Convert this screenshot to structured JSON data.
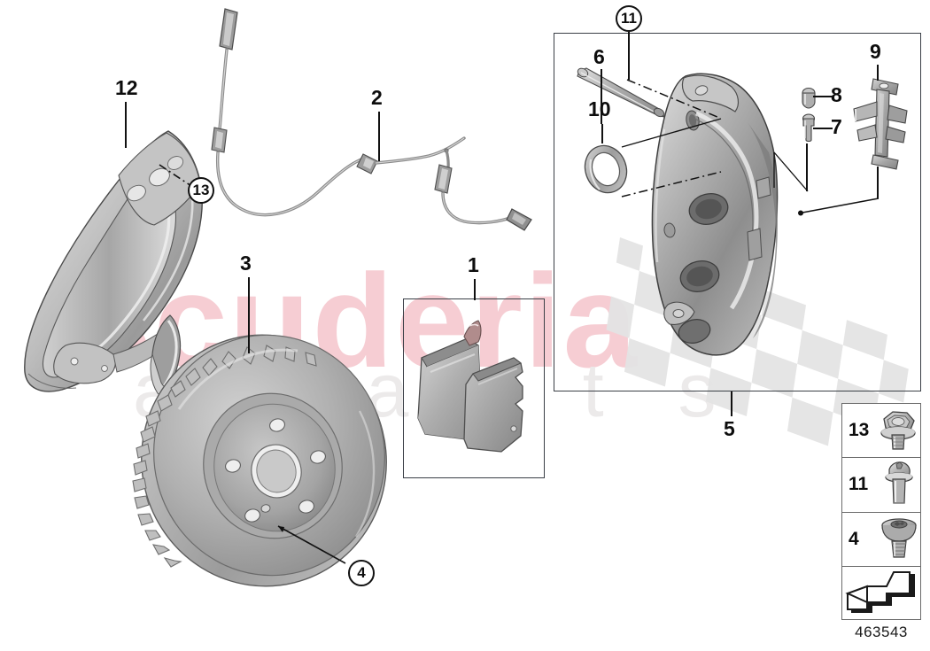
{
  "diagram": {
    "title": "Front brake assembly exploded parts diagram",
    "part_number": "463543",
    "watermarks": {
      "primary": "scuderia",
      "secondary": "a   p a r t s",
      "flag": "checkered-flag"
    }
  },
  "callouts": {
    "pads": "1",
    "sensor": "2",
    "disc": "3",
    "disc_screw": "4",
    "caliper_assembly": "5",
    "guide_pin": "6",
    "bleed_screw": "7",
    "dust_cap": "8",
    "spring_clip": "9",
    "seal_ring": "10",
    "caliper_bolt": "11",
    "shield": "12",
    "shield_bolt": "13"
  },
  "legend": {
    "rows": [
      {
        "number": "13",
        "icon": "hex-flange-bolt-icon"
      },
      {
        "number": "11",
        "icon": "torx-shoulder-bolt-icon"
      },
      {
        "number": "4",
        "icon": "countersunk-disc-screw-icon"
      },
      {
        "number": "",
        "icon": "direction-arrow-icon"
      }
    ]
  },
  "parts": [
    {
      "ref": "1",
      "name": "brake-pad-set"
    },
    {
      "ref": "2",
      "name": "brake-pad-wear-sensor"
    },
    {
      "ref": "3",
      "name": "ventilated-brake-disc"
    },
    {
      "ref": "4",
      "name": "brake-disc-retaining-screw"
    },
    {
      "ref": "5",
      "name": "brake-caliper-assembly"
    },
    {
      "ref": "6",
      "name": "caliper-guide-pin"
    },
    {
      "ref": "7",
      "name": "bleed-screw"
    },
    {
      "ref": "8",
      "name": "bleed-screw-dust-cap"
    },
    {
      "ref": "9",
      "name": "pad-retaining-spring-clip"
    },
    {
      "ref": "10",
      "name": "caliper-seal-ring"
    },
    {
      "ref": "11",
      "name": "caliper-mounting-bolt"
    },
    {
      "ref": "12",
      "name": "brake-dust-shield"
    },
    {
      "ref": "13",
      "name": "dust-shield-bolt"
    }
  ],
  "colors": {
    "watermark_primary": "#f6cdd3",
    "watermark_secondary": "#eceaea",
    "line": "#111111",
    "frame": "#3a3f46",
    "metal_light": "#d8d8d8",
    "metal_mid": "#a8a8a8",
    "metal_dark": "#7a7a7a"
  }
}
